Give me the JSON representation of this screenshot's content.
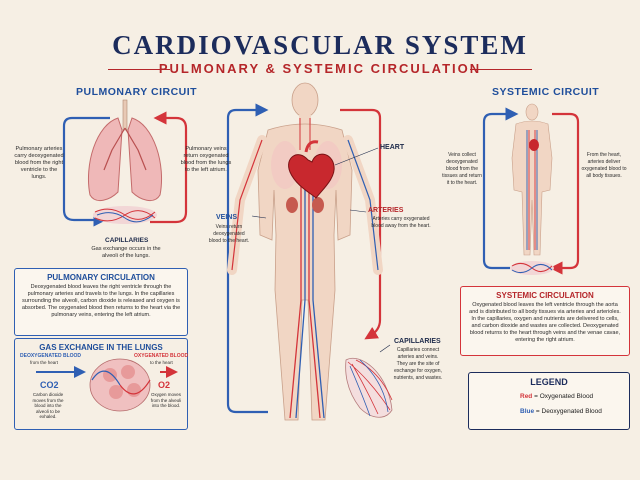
{
  "title": "CARDIOVASCULAR SYSTEM",
  "subtitle": "PULMONARY & SYSTEMIC CIRCULATION",
  "pulmonary": {
    "heading": "PULMONARY CIRCUIT",
    "arteries_label": "Pulmonary arteries carry deoxygenated blood from the right ventricle to the lungs.",
    "veins_label": "Pulmonary veins return oxygenated blood from the lungs to the left atrium.",
    "capillaries_heading": "CAPILLARIES",
    "capillaries_text": "Gas exchange occurs in the alveoli of the lungs."
  },
  "pulmonary_box": {
    "heading": "PULMONARY CIRCULATION",
    "text": "Deoxygenated blood leaves the right ventricle through the pulmonary arteries and travels to the lungs. In the capillaries surrounding the alveoli, carbon dioxide is released and oxygen is absorbed. The oxygenated blood then returns to the heart via the pulmonary veins, entering the left atrium."
  },
  "gas_exchange": {
    "heading": "GAS EXCHANGE IN THE LUNGS",
    "deoxy_label": "DEOXYGENATED BLOOD",
    "deoxy_sub": "from the heart",
    "oxy_label": "OXYGENATED BLOOD",
    "oxy_sub": "to the heart",
    "co2": "CO2",
    "co2_text": "Carbon dioxide moves from the blood into the alveoli to be exhaled.",
    "o2": "O2",
    "o2_text": "Oxygen moves from the alveoli into the blood."
  },
  "center": {
    "heart": "HEART",
    "arteries": "ARTERIES",
    "arteries_text": "Arteries carry oxygenated blood away from the heart.",
    "veins": "VEINS",
    "veins_text": "Veins return deoxygenated blood to the heart.",
    "capillaries": "CAPILLARIES",
    "capillaries_text": "Capillaries connect arteries and veins. They are the site of exchange for oxygen, nutrients, and wastes."
  },
  "systemic": {
    "heading": "SYSTEMIC CIRCUIT",
    "veins_text": "Veins collect deoxygenated blood from the tissues and return it to the heart.",
    "arteries_text": "From the heart, arteries deliver oxygenated blood to all body tissues."
  },
  "systemic_box": {
    "heading": "SYSTEMIC CIRCULATION",
    "text": "Oxygenated blood leaves the left ventricle through the aorta and is distributed to all body tissues via arteries and arterioles. In the capillaries, oxygen and nutrients are delivered to cells, and carbon dioxide and wastes are collected. Deoxygenated blood returns to the heart through veins and the venae cavae, entering the right atrium."
  },
  "legend": {
    "heading": "LEGEND",
    "red_key": "Red",
    "red_text": " = Oxygenated Blood",
    "blue_key": "Blue",
    "blue_text": " = Deoxygenated Blood"
  },
  "colors": {
    "red": "#d4343a",
    "blue": "#2f5fb3",
    "navy": "#1c2c5c",
    "background": "#f6efe4"
  }
}
